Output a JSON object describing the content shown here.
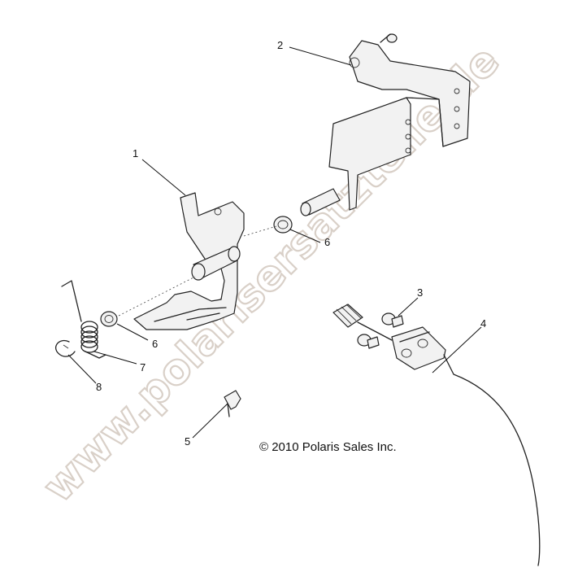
{
  "watermark": "www.polarisersatzteile.de",
  "copyright": "© 2010 Polaris Sales Inc.",
  "callouts": [
    "1",
    "2",
    "3",
    "4",
    "5",
    "6",
    "6",
    "7",
    "8"
  ]
}
